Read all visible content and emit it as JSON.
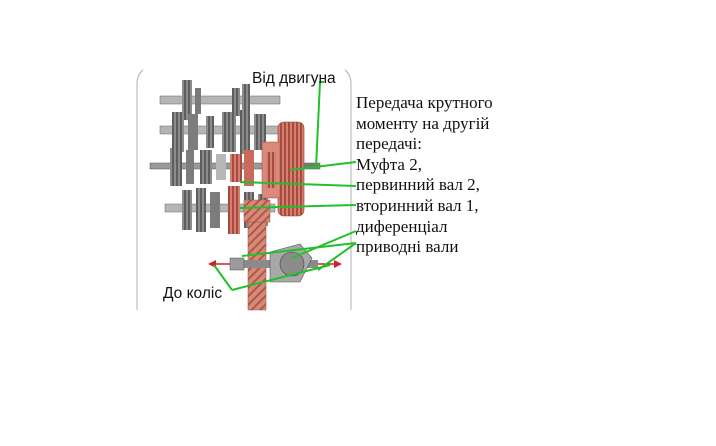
{
  "labels": {
    "engine": "Від двигуна",
    "wheels": "До коліс"
  },
  "description": {
    "lines": [
      "Передача крутного",
      "моменту на другій",
      "передачі:",
      "Муфта 2,",
      "первинний вал 2,",
      "вторинний вал 1,",
      "диференціал",
      "приводні вали"
    ]
  },
  "colors": {
    "highlight_red": "#c8645a",
    "leader_lines": "#22c02a",
    "gear_steel": "#8a8a8a",
    "arrow_red": "#d0202a",
    "frame": "#bfbfbf"
  }
}
